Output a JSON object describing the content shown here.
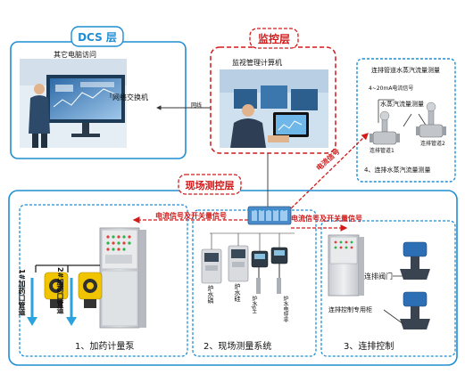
{
  "layers": {
    "dcs": "DCS 层",
    "monitor": "监控层",
    "field": "现场测控层"
  },
  "dcs": {
    "other_computers": "其它电脑访问",
    "network_switch": "网络交换机",
    "network_line": "网线"
  },
  "monitor": {
    "computer": "监视管理计算机"
  },
  "steam": {
    "title": "连排管道水蒸汽流量测量",
    "signal": "4~20mA电流信号",
    "meter": "水蒸汽流量测量",
    "pipe1": "连排管道1",
    "pipe2": "连排管道2",
    "caption": "4、连排水蒸汽流量测量",
    "link_label": "电流信号"
  },
  "field": {
    "signal_left": "电流信号及开关量信号",
    "signal_right": "电流信号及开关量信号"
  },
  "dosing": {
    "pipe1": "1#加药口管道",
    "pipe2": "2#加药口管道",
    "caption": "1、加药计量泵"
  },
  "measure": {
    "phosphate": "炉水磷",
    "silicon": "炉水硅",
    "ph": "炉水pH",
    "conductivity": "炉水电导率",
    "caption": "2、现场测量系统"
  },
  "continuous": {
    "valve": "连排阀门",
    "cabinet": "连排控制专用柜",
    "caption": "3、连排控制"
  },
  "colors": {
    "red": "#d21a1a",
    "blue": "#1f8ed4",
    "arrow_blue": "#2aa3de",
    "cabinet": "#dfe1e4"
  }
}
